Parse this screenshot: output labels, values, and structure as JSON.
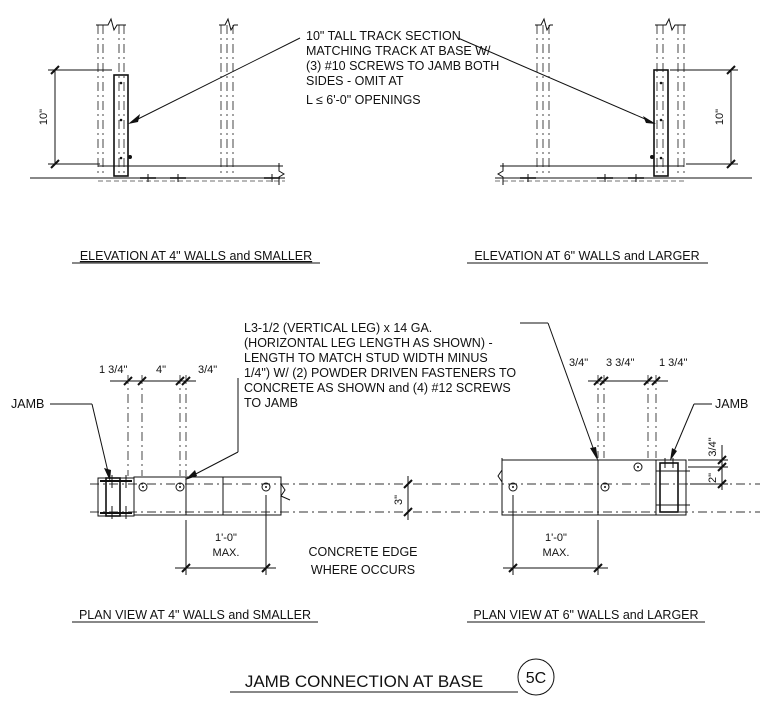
{
  "notes": {
    "track_section": [
      "10\" TALL TRACK SECTION",
      "MATCHING TRACK AT BASE W/",
      "(3) #10 SCREWS TO JAMB BOTH",
      "SIDES - OMIT AT",
      "L ≤ 6'-0\" OPENINGS"
    ],
    "angle": [
      "L3-1/2 (VERTICAL LEG) x 14 GA.",
      "(HORIZONTAL LEG LENGTH AS SHOWN) -",
      "LENGTH TO MATCH STUD WIDTH MINUS",
      "1/4\") W/ (2) POWDER DRIVEN FASTENERS TO",
      "CONCRETE AS SHOWN and (4) #12 SCREWS",
      "TO JAMB"
    ],
    "concrete_edge": [
      "CONCRETE EDGE",
      "WHERE OCCURS"
    ],
    "jamb_left": "JAMB",
    "jamb_right": "JAMB"
  },
  "captions": {
    "elev_small": "ELEVATION AT 4\" WALLS and SMALLER",
    "elev_large": "ELEVATION AT 6\" WALLS and LARGER",
    "plan_small": "PLAN VIEW AT 4\" WALLS and SMALLER",
    "plan_large": "PLAN VIEW AT 6\" WALLS and LARGER"
  },
  "dims": {
    "elev_left_height": "10\"",
    "elev_right_height": "10\"",
    "plan_left_a": "1 3/4\"",
    "plan_left_b": "4\"",
    "plan_left_c": "3/4\"",
    "plan_left_max_a": "1'-0\"",
    "plan_left_max_b": "MAX.",
    "plan_mid_3": "3\"",
    "plan_right_a": "3/4\"",
    "plan_right_b": "3 3/4\"",
    "plan_right_c": "1 3/4\"",
    "plan_right_vert_a": "3/4\"",
    "plan_right_vert_b": "2\"",
    "plan_right_max_a": "1'-0\"",
    "plan_right_max_b": "MAX."
  },
  "title": {
    "text": "JAMB CONNECTION AT BASE",
    "detail_id": "5C"
  }
}
